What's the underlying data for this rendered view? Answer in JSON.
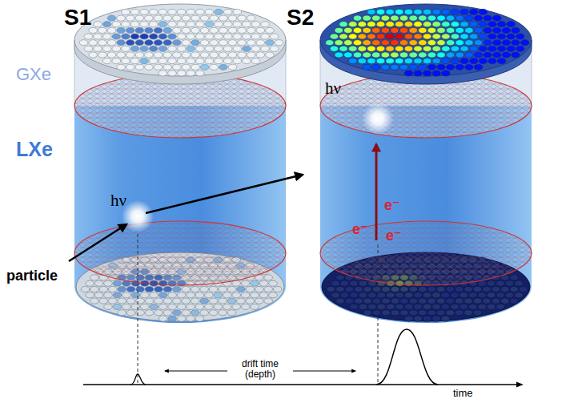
{
  "diagram": {
    "labels": [
      "S1",
      "S2",
      "GXe",
      "LXe",
      "hν",
      "particle",
      "hν",
      "e⁻",
      "e⁻",
      "e⁻",
      "drift time (depth)",
      "time"
    ]
  }
}
